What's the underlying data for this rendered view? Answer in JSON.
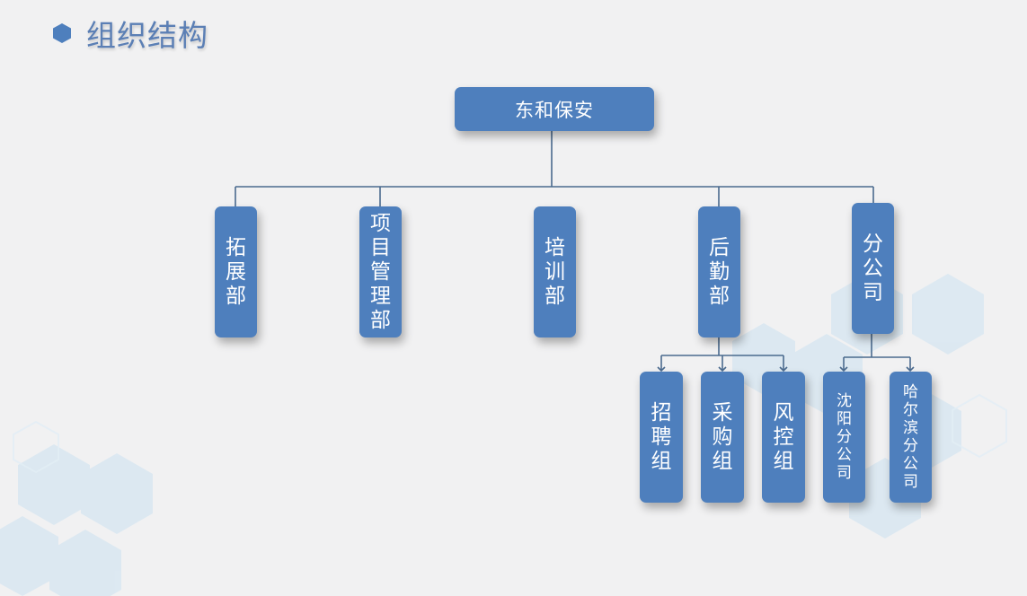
{
  "page": {
    "title": "组织结构",
    "accent_color": "#4e7fbd",
    "line_color": "#4a6a8e",
    "title_color": "#5b7fb5",
    "icon": "hexagon-bullet-icon"
  },
  "org": {
    "root": "东和保安",
    "departments": [
      {
        "label": "拓展部"
      },
      {
        "label": "项目管理部"
      },
      {
        "label": "培训部"
      },
      {
        "label": "后勤部",
        "children": [
          "招聘组",
          "采购组",
          "风控组"
        ]
      },
      {
        "label": "分公司",
        "children": [
          "沈阳分公司",
          "哈尔滨分公司"
        ]
      }
    ]
  }
}
